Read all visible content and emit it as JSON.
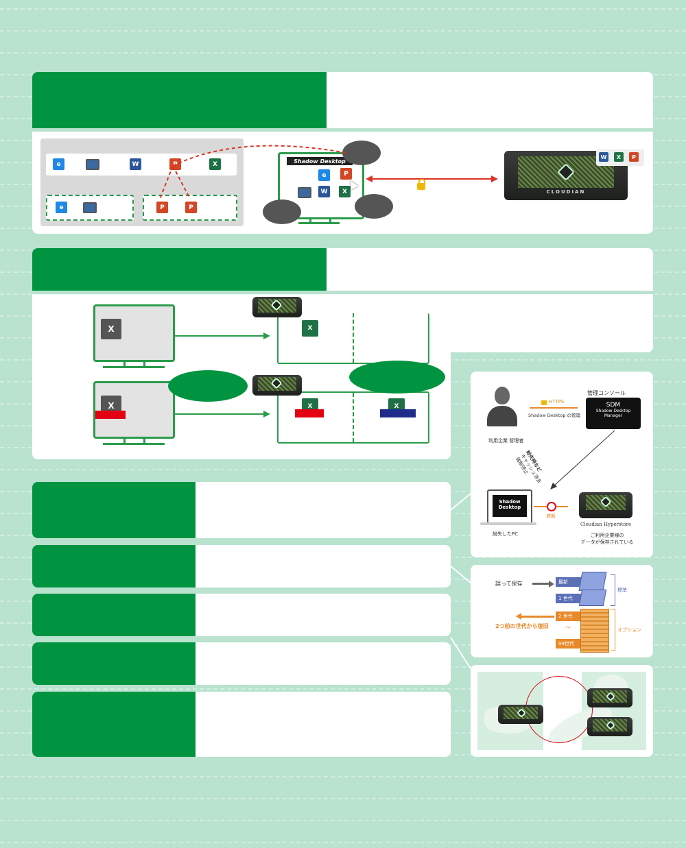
{
  "product_left": {
    "label_line1": "Shadow",
    "label_line2": "Desktop"
  },
  "cloudian_label": "CLOUDIAN",
  "icons": {
    "ie": "e",
    "word": "W",
    "ppt": "P",
    "excel": "X"
  },
  "sdm_panel": {
    "console_title": "管理コンソール",
    "https": "HTTPS",
    "https_caption": "Shadow Desktop の管理",
    "sdm_title": "SDM",
    "sdm_sub1": "Shadow Desktop",
    "sdm_sub2": "Manager",
    "admin_label": "利用企業 管理者",
    "remote_line1": "紛失時など",
    "remote_line2": "キャッシュ消去",
    "remote_line3": "強制停止",
    "sd_line1": "Shadow",
    "sd_line2": "Desktop",
    "cut_label": "遮断",
    "lost_pc": "紛失したPC",
    "hyperstore": "Cloudian Hyperstore",
    "data_note1": "ご利用企業様の",
    "data_note2": "データが保存されている"
  },
  "version_panel": {
    "save_mistake": "誤って保存",
    "latest": "最新",
    "gen1": "1 世代",
    "standard": "標準",
    "gen2": "2 世代",
    "tilde": "〜",
    "gen99": "99世代",
    "option": "オプション",
    "restore": "2つ前の世代から復旧"
  },
  "colors": {
    "accent_green": "#009440",
    "background": "#b9e2cf",
    "orange": "#e8892a",
    "blue": "#5b6fb5"
  }
}
